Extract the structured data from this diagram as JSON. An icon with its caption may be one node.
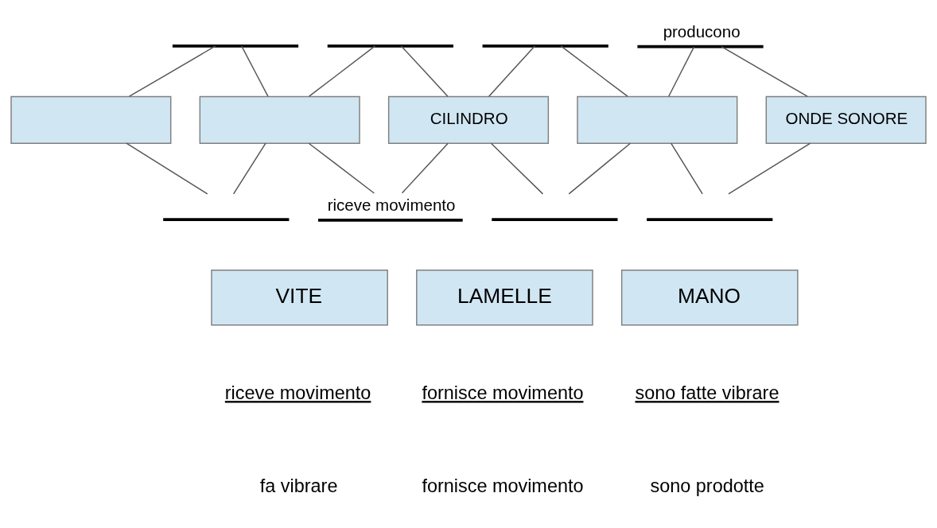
{
  "diagram": {
    "nodes": [
      {
        "text": [],
        "shape": "box"
      },
      {
        "text": [],
        "shape": "box"
      },
      {
        "text": [
          "CILINDRO"
        ]
      },
      {
        "text": [],
        "shape": "box"
      },
      {
        "text": [
          "ONDE SONORE"
        ]
      },
      {
        "text": [],
        "shape": "bar"
      },
      {
        "text": [],
        "shape": "bar"
      },
      {
        "text": [],
        "shape": "bar"
      },
      {
        "text": [
          "producono"
        ]
      },
      {
        "text": [],
        "shape": "bar"
      },
      {
        "text": [
          "riceve movimento"
        ]
      },
      {
        "text": [],
        "shape": "bar"
      },
      {
        "text": [],
        "shape": "bar"
      },
      {
        "text": [
          "VITE"
        ]
      },
      {
        "text": [
          "LAMELLE"
        ]
      },
      {
        "text": [
          "MANO"
        ]
      }
    ],
    "edges": [
      {
        "from": 5,
        "to": 0,
        "arrow": "none"
      },
      {
        "from": 5,
        "to": 1,
        "arrow": "none"
      },
      {
        "from": 6,
        "to": 1,
        "arrow": "none"
      },
      {
        "from": 6,
        "to": 2,
        "arrow": "none"
      },
      {
        "from": 7,
        "to": 2,
        "arrow": "none"
      },
      {
        "from": 7,
        "to": 3,
        "arrow": "none"
      },
      {
        "from": 8,
        "to": 3,
        "arrow": "none"
      },
      {
        "from": 8,
        "to": 4,
        "arrow": "none"
      },
      {
        "from": 0,
        "to": 9,
        "arrow": "none"
      },
      {
        "from": 1,
        "to": 9,
        "arrow": "none"
      },
      {
        "from": 1,
        "to": 10,
        "arrow": "none"
      },
      {
        "from": 2,
        "to": 10,
        "arrow": "none"
      },
      {
        "from": 2,
        "to": 11,
        "arrow": "none"
      },
      {
        "from": 3,
        "to": 11,
        "arrow": "none"
      },
      {
        "from": 3,
        "to": 12,
        "arrow": "none"
      },
      {
        "from": 4,
        "to": 12,
        "arrow": "none"
      }
    ],
    "labels": [
      "riceve movimento",
      "fornisce movimento",
      "sono fatte vibrare",
      "fa vibrare",
      "fornisce movimento",
      "sono prodotte"
    ]
  }
}
